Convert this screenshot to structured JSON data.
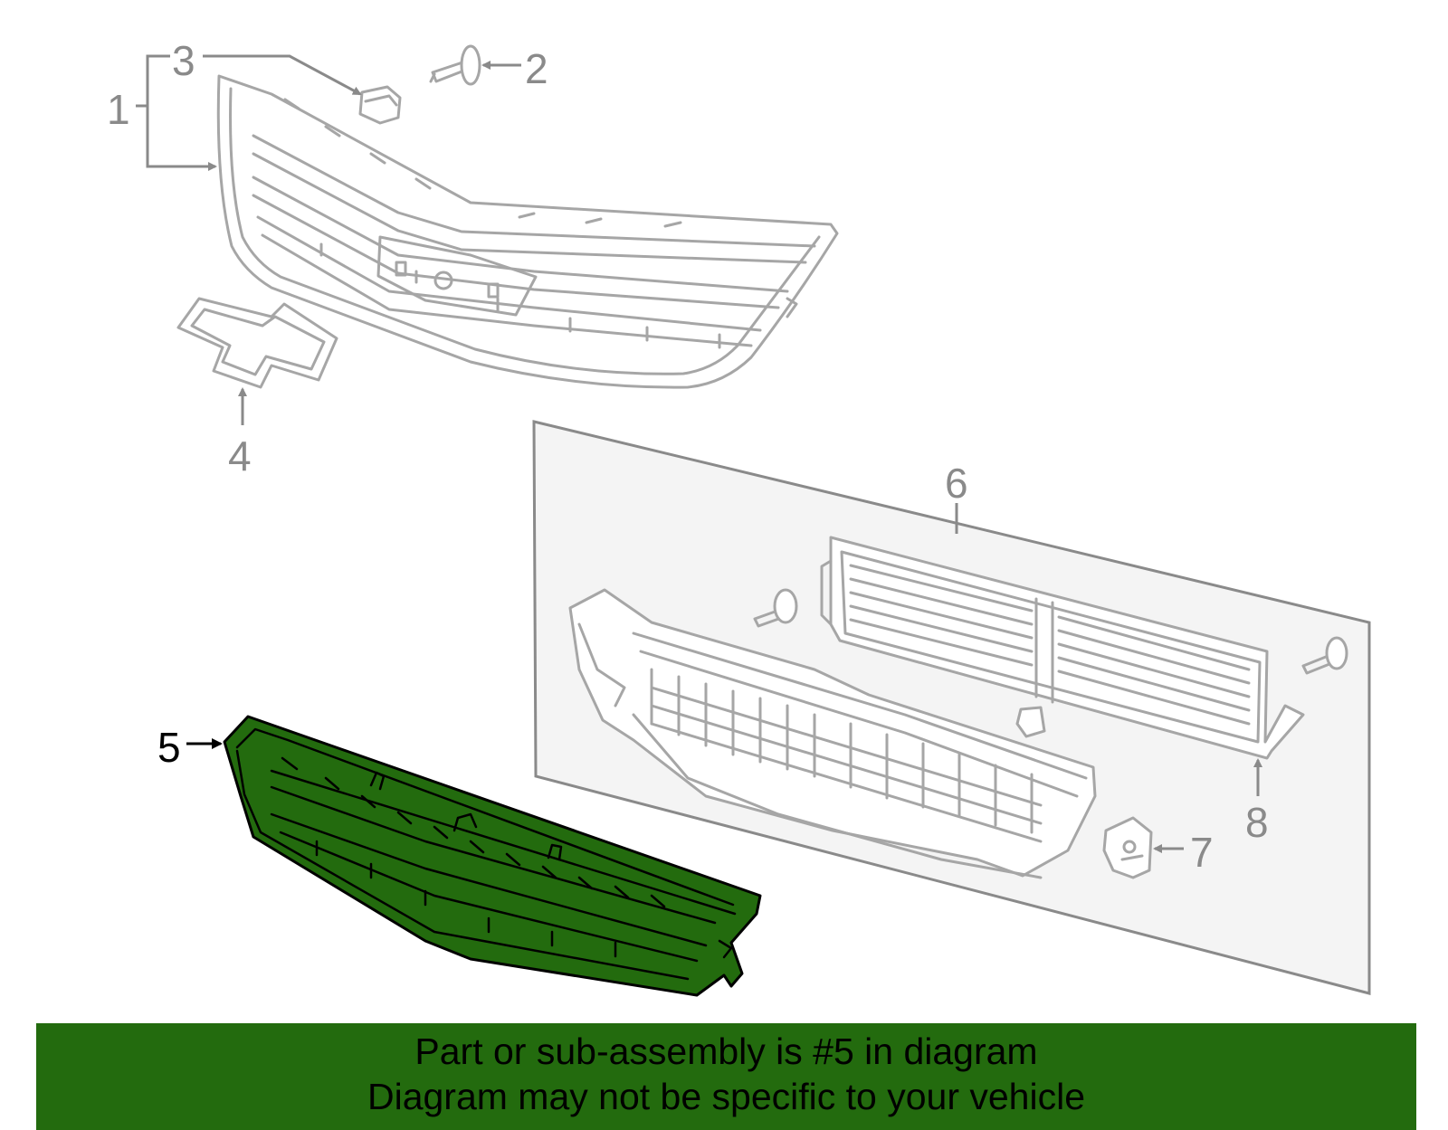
{
  "callouts": {
    "c1": "1",
    "c2": "2",
    "c3": "3",
    "c4": "4",
    "c5": "5",
    "c6": "6",
    "c7": "7",
    "c8": "8"
  },
  "highlighted_part": "5",
  "colors": {
    "highlight": "#236b0e",
    "banner": "#236b0e",
    "line_art": "#a6a6a6",
    "callout_text": "#8a8a8a"
  },
  "banner": {
    "line1": "Part or sub-assembly is #5 in diagram",
    "line2": "Diagram may not be specific to your vehicle"
  }
}
